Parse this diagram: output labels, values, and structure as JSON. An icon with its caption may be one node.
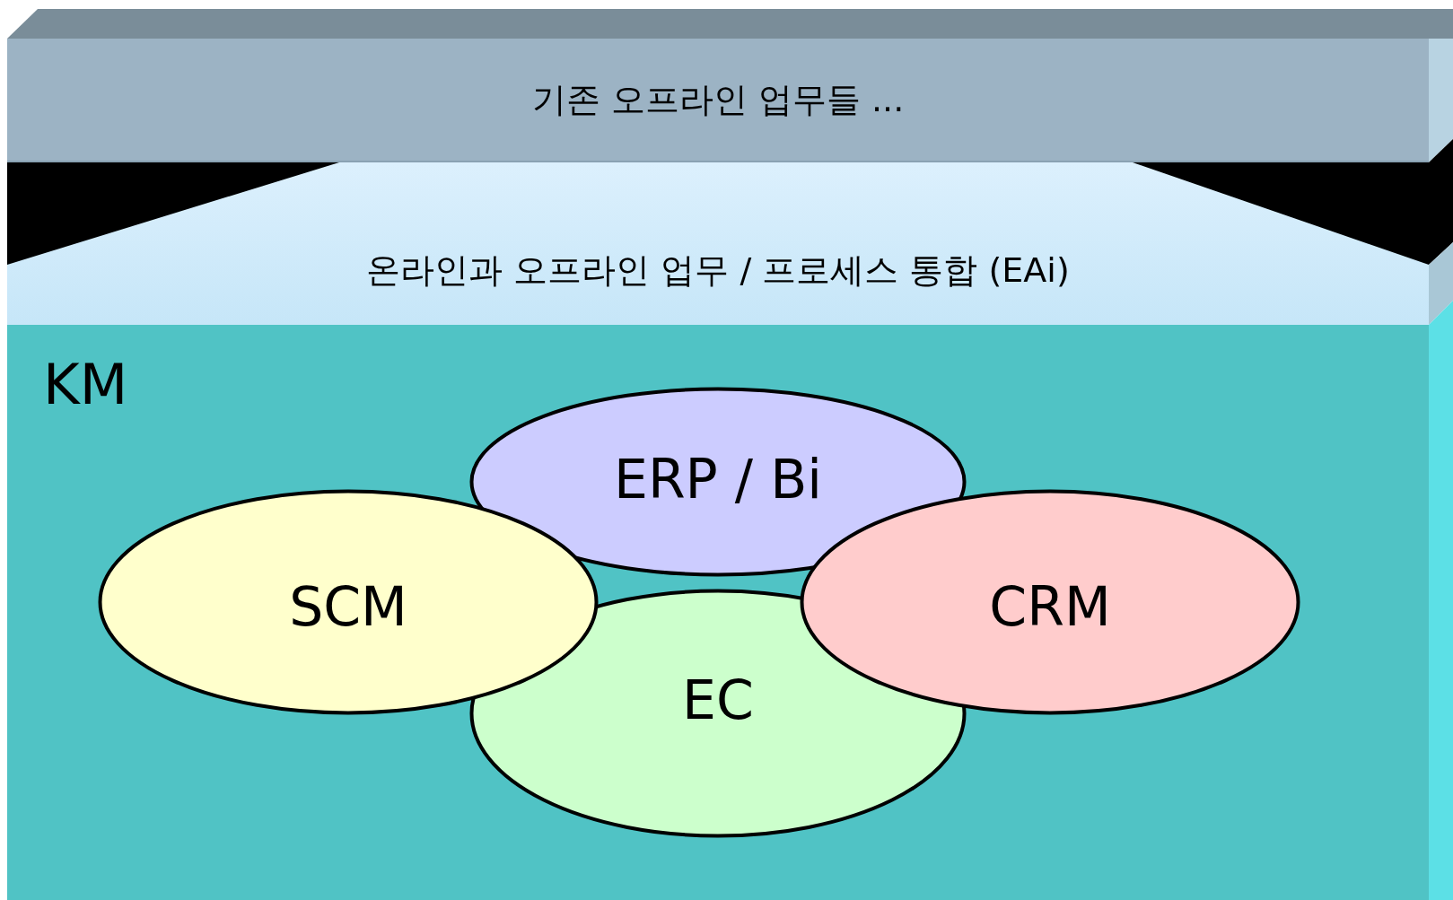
{
  "diagram": {
    "nodes": [
      {
        "text": [
          "기존 오프라인 업무들 ..."
        ]
      },
      {
        "text": [
          "온라인과 오프라인 업무 / 프로세스 통합 (EAi)"
        ]
      },
      {
        "text": [
          "KM"
        ]
      },
      {
        "text": [
          "ERP / Bi"
        ],
        "in": 2
      },
      {
        "text": [
          "SCM"
        ],
        "in": 2
      },
      {
        "text": [
          "CRM"
        ],
        "in": 2
      },
      {
        "text": [
          "EC"
        ],
        "in": 2
      }
    ]
  }
}
